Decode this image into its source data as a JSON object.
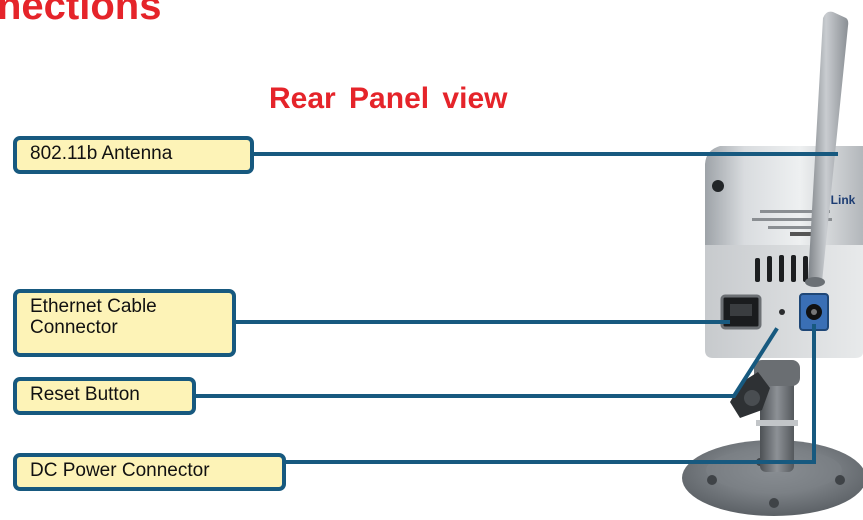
{
  "page": {
    "heading_fragment": "nections",
    "view_title": "Rear Panel view"
  },
  "callouts": {
    "antenna": {
      "label": "802.11b Antenna"
    },
    "ethernet": {
      "label_line1": "Ethernet Cable",
      "label_line2": "Connector"
    },
    "reset": {
      "label": "Reset Button"
    },
    "dc_power": {
      "label": "DC Power Connector"
    }
  },
  "device": {
    "brand": "D-Link"
  },
  "colors": {
    "heading": "#e5242a",
    "view_title": "#e5242a",
    "callout_border": "#17597f",
    "callout_fill": "#fdf3b7",
    "leader_line": "#17597f"
  }
}
